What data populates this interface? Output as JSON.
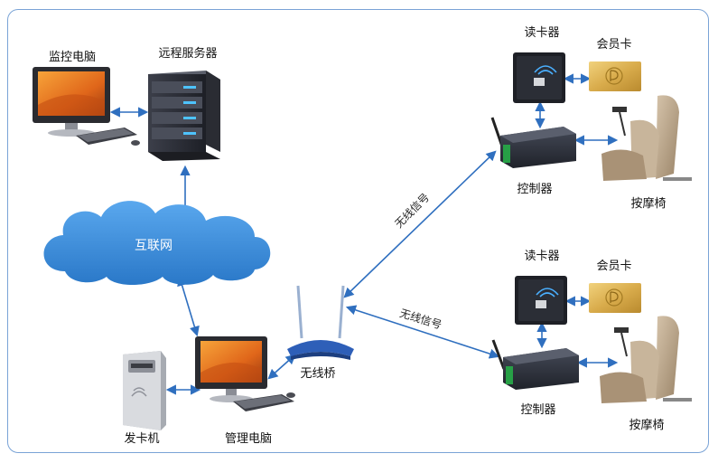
{
  "labels": {
    "monitor_pc": "监控电脑",
    "remote_server": "远程服务器",
    "internet": "互联网",
    "card_dispenser": "发卡机",
    "admin_pc": "管理电脑",
    "wireless_bridge": "无线桥",
    "card_reader_top": "读卡器",
    "member_card_top": "会员卡",
    "controller_top": "控制器",
    "massage_chair_top": "按摩椅",
    "card_reader_bottom": "读卡器",
    "member_card_bottom": "会员卡",
    "controller_bottom": "控制器",
    "massage_chair_bottom": "按摩椅",
    "wireless_signal_top": "无线信号",
    "wireless_signal_bottom": "无线信号"
  },
  "colors": {
    "frame": "#7aa3d6",
    "arrow": "#2f6fbf",
    "cloud": "#3a8ad6",
    "card_gold": "#d9b25a",
    "controller": "#2b2f3a",
    "router": "#2e5fb8",
    "chair": "#b9a58c"
  },
  "icons": [
    "monitor-pc-icon",
    "server-icon",
    "cloud-icon",
    "card-dispenser-icon",
    "admin-pc-icon",
    "router-icon",
    "card-reader-icon",
    "member-card-icon",
    "controller-icon",
    "massage-chair-icon"
  ]
}
